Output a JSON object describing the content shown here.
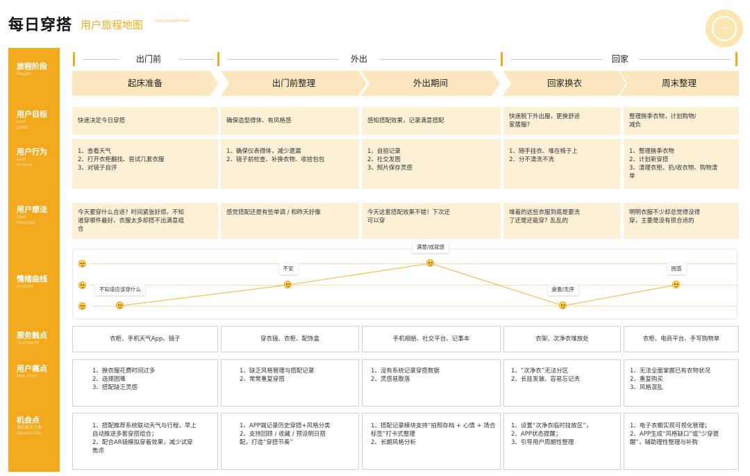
{
  "header": {
    "title": "每日穿搭",
    "subtitle": "用户旅程地图",
    "subtitle_en": "USER JOURNEY MAP"
  },
  "colors": {
    "accent": "#F2A91E",
    "cell_bg": "#FCF0D6",
    "stage_bg": "#FBE7BF",
    "curve": "#F0B43A"
  },
  "sidebar": {
    "rows": [
      {
        "zh": "旅程阶段",
        "en": "Stages"
      },
      {
        "zh": "用户目标",
        "en": "User\ngoals"
      },
      {
        "zh": "用户行为",
        "en": "User\nActions"
      },
      {
        "zh": "用户想法",
        "en": "User\nthoughts"
      },
      {
        "zh": "情绪曲线",
        "en": "Emotion"
      },
      {
        "zh": "服务触点",
        "en": "Touchpoint"
      },
      {
        "zh": "用户痛点",
        "en": "Pain Point"
      },
      {
        "zh": "机会点",
        "en": "潜在解决方案\nOpportunity"
      }
    ]
  },
  "phases": [
    "出门前",
    "外出",
    "回家"
  ],
  "stages": [
    "起床准备",
    "出门前整理",
    "外出期间",
    "回家换衣",
    "周末整理"
  ],
  "goals": [
    "快速决定今日穿搭",
    "确保造型得体、有风格感",
    "感知搭配效果，记录满意搭配",
    "快速脱下外出服，更换舒适\n家居服?",
    "整理换季衣物，计划购物/\n减负"
  ],
  "actions": [
    "1、查看天气\n2、打开衣柜翻找、尝试几套衣服\n3、对镜子自评",
    "1、确保仪表得体，减少遗漏\n2、镜子前检查、补换衣物、收拾包包",
    "1、自拍记录\n2、社交发图\n3、照片保存灵感",
    "1、随手挂衣、堆在椅子上\n2、分不清洗不洗",
    "1、整理换季衣物\n2、计划新穿搭\n3、清理衣柜、扔/收衣物、购物清\n单"
  ],
  "thoughts": [
    "今天要穿什么合适？时间紧张好烦。不知\n道穿哪件最好、衣服太多却搭不出满意组\n合",
    "感觉搭配还是有些单调 / 和昨天好像",
    "今天这套搭配效果不错！下次还\n可以穿",
    "堆着的这些衣服到底是要洗\n了还是还能穿？乱乱的",
    "明明衣服不少却总觉得没得\n穿，主要是没有很合适的"
  ],
  "emotion": {
    "labels": [
      "不知道应该穿什么",
      "不安",
      "满意/成就感",
      "疲惫/无序",
      "困惑"
    ],
    "levels": [
      1,
      2,
      3,
      1,
      2
    ]
  },
  "touchpoints": [
    "衣柜、手机天气App、镜子",
    "穿衣镜、衣柜、配饰盒",
    "手机相册、社交平台、记事本",
    "衣架、次净衣堆放处",
    "衣柜、电商平台、手写购物单"
  ],
  "pain_points": [
    "1、换衣服花费时间过多\n2、选择困难\n3、搭配缺乏灵感",
    "1、缺乏风格管理与搭配记录\n2、常常重复穿搭",
    "1、没有系统记录穿搭数据\n2、灵感易散落",
    "1、“次净衣”无法分区\n2、长挂发皱、容易忘记洗",
    "1、无法全面掌握已有衣物状况\n2、重复购买\n3、风格混乱"
  ],
  "opportunities": [
    "1、搭配推荐系统联动天气与行程，早上\n自动推送多套穿搭组合；\n2、配合AR镜模拟穿着效果，减少试穿\n焦虑",
    "1、APP端记录历史穿搭+风格分类\n2、支持回顾 / 收藏 / 预设明日搭\n配，打造“穿搭节奏”",
    "1、搭配记录模块支持“拍照存档 + 心情 + 场合\n标签”打卡式整理\n2、长期风格分析",
    "1、设置“次净衣临时挂放区”，\n2、APP状态提醒；\n3、引导用户周期性整理",
    "1、电子衣橱实现可视化管理；\n2、APP生成“风格缺口”或“少穿提\n醒”，辅助理性整理与补购"
  ]
}
